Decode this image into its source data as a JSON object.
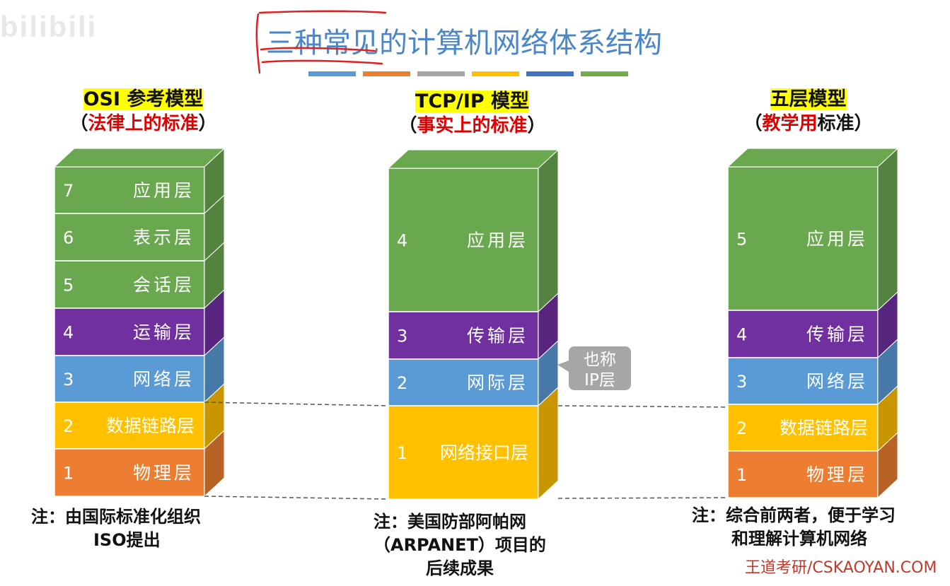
{
  "watermark": "bilibili",
  "title": "三种常见的计算机网络体系结构",
  "colors": {
    "application": "#6aa84f",
    "transport": "#7030a0",
    "network": "#5b9bd5",
    "datalink": "#ffc000",
    "physical": "#ed7d31",
    "title_blue": "#4a86c8",
    "red": "#e00000",
    "callout": "#a6a6a6"
  },
  "color_bar": [
    "#5b9bd5",
    "#ed7d31",
    "#a5a5a5",
    "#ffc000",
    "#4472c4",
    "#70ad47"
  ],
  "models": [
    {
      "name": "OSI 参考模型",
      "paren_open": "（",
      "sub_red": "法律上的标准",
      "sub_black": "",
      "paren_close": "）",
      "note": [
        "注：由国际标准化组织",
        "ISO提出"
      ],
      "layers": [
        {
          "num": "7",
          "name": "应用层",
          "color": "application"
        },
        {
          "num": "6",
          "name": "表示层",
          "color": "application"
        },
        {
          "num": "5",
          "name": "会话层",
          "color": "application"
        },
        {
          "num": "4",
          "name": "运输层",
          "color": "transport"
        },
        {
          "num": "3",
          "name": "网络层",
          "color": "network"
        },
        {
          "num": "2",
          "name": "数据链路层",
          "color": "datalink"
        },
        {
          "num": "1",
          "name": "物理层",
          "color": "physical"
        }
      ]
    },
    {
      "name": "TCP/IP 模型",
      "paren_open": "（",
      "sub_red": "事实上的标准",
      "sub_black": "",
      "paren_close": "）",
      "note": [
        "注：美国防部阿帕网",
        "（ARPANET）项目的",
        "后续成果"
      ],
      "layers": [
        {
          "num": "4",
          "name": "应用层",
          "color": "application"
        },
        {
          "num": "3",
          "name": "传输层",
          "color": "transport"
        },
        {
          "num": "2",
          "name": "网际层",
          "color": "network"
        },
        {
          "num": "1",
          "name": "网络接口层",
          "color": "datalink"
        }
      ]
    },
    {
      "name": "五层模型",
      "paren_open": "（",
      "sub_red": "教学用",
      "sub_black": "标准",
      "paren_close": "）",
      "note": [
        "注：综合前两者，便于学习",
        "和理解计算机网络"
      ],
      "layers": [
        {
          "num": "5",
          "name": "应用层",
          "color": "application"
        },
        {
          "num": "4",
          "name": "传输层",
          "color": "transport"
        },
        {
          "num": "3",
          "name": "网络层",
          "color": "network"
        },
        {
          "num": "2",
          "name": "数据链路层",
          "color": "datalink"
        },
        {
          "num": "1",
          "name": "物理层",
          "color": "physical"
        }
      ]
    }
  ],
  "callout": [
    "也称",
    "IP层"
  ],
  "footer": "王道考研/CSKAOYAN.COM"
}
